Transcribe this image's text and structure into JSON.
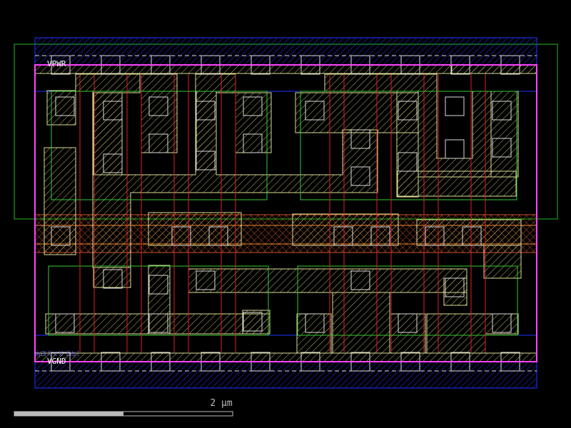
{
  "cell": {
    "labels": {
      "vpwr": "VPWR",
      "vgnd": "VGND",
      "cell_name": "sky130_fd_sc_hd__dfxtp_1"
    }
  },
  "scale_bar": {
    "label": "2 µm",
    "progress_fraction": 0.5
  },
  "colors": {
    "background": "#000000",
    "boundary": "#ff44ff",
    "nwell": "#22bb22",
    "diffusion": "#33cc33",
    "poly": "#dd2222",
    "local_interconnect": "#bbbb66",
    "metal1": "#2233ff",
    "contact": "#dddddd",
    "scale_bar": "#bbbbbb"
  }
}
